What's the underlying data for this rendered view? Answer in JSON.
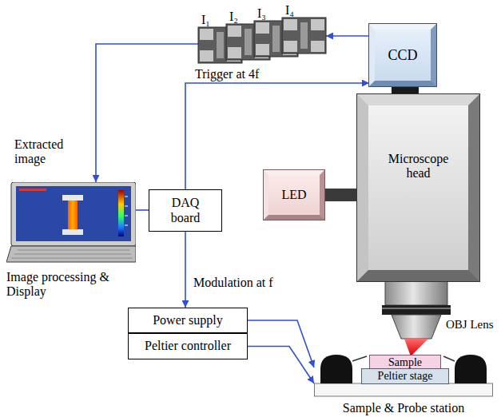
{
  "diagram": {
    "nodes": [
      {
        "text": [
          "I₁",
          "I₂",
          "I₃",
          "I₄"
        ]
      },
      {
        "text": [
          "CCD"
        ]
      },
      {
        "text": [
          "Image processing & Display"
        ]
      },
      {
        "text": [
          "DAQ board"
        ]
      },
      {
        "text": [
          "LED"
        ]
      },
      {
        "text": [
          "Microscope head"
        ]
      },
      {
        "text": [
          "Power supply"
        ]
      },
      {
        "text": [
          "Peltier controller"
        ]
      },
      {
        "text": [
          "Sample & Probe station"
        ]
      },
      {
        "text": [
          "Sample"
        ],
        "in": 8
      },
      {
        "text": [
          "Peltier stage"
        ],
        "in": 8
      }
    ],
    "edges": [
      {
        "from": 1,
        "to": 0,
        "arrow": "to"
      },
      {
        "from": 0,
        "to": 2,
        "arrow": "to",
        "label": "Extracted image"
      },
      {
        "from": 3,
        "to": 1,
        "arrow": "to",
        "label": "Trigger at 4f"
      },
      {
        "from": 3,
        "to": 2,
        "arrow": "none"
      },
      {
        "from": 3,
        "to": 6,
        "arrow": "to",
        "label": "Modulation at f"
      },
      {
        "from": 6,
        "to": 8,
        "arrow": "to"
      },
      {
        "from": 7,
        "to": 8,
        "arrow": "to"
      }
    ],
    "labels": [
      "OBJ Lens"
    ]
  }
}
